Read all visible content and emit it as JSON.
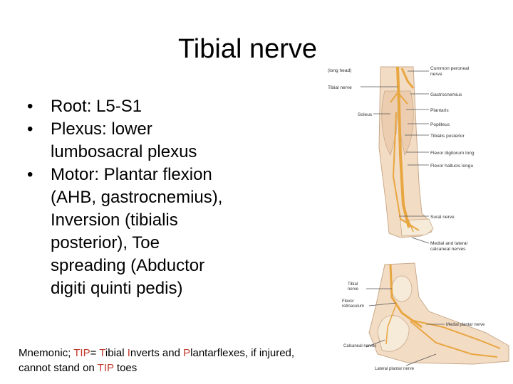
{
  "slide": {
    "title": "Tibial nerve",
    "bullets": [
      {
        "marker": "•",
        "lines": [
          "Root: L5-S1"
        ]
      },
      {
        "marker": "•",
        "lines": [
          "Plexus: lower",
          "lumbosacral plexus"
        ]
      },
      {
        "marker": "•",
        "lines": [
          "Motor: Plantar flexion",
          "(AHB, gastrocnemius),",
          "Inversion (tibialis",
          "posterior), Toe",
          "spreading (Abductor",
          "digiti quinti pedis)"
        ]
      }
    ],
    "mnemonic": {
      "prefix": "Mnemonic; ",
      "tip": "TIP",
      "eq": "= ",
      "t": "T",
      "ibial": "ibial ",
      "i": "I",
      "nverts": "nverts and ",
      "p": "P",
      "lantarflexes": "lantarflexes, if injured,",
      "line2_prefix": "cannot stand on ",
      "tip2": "TIP",
      "line2_suffix": " toes"
    },
    "accent_color": "#c0392b"
  },
  "figure": {
    "upper_labels": {
      "long_head": "(long head)",
      "tibial_nerve": "Tibial nerve",
      "soleus": "Soleus",
      "common_peroneal_1": "Common peroneal",
      "common_peroneal_2": "nerve",
      "gastrocnemius": "Gastrocnemius",
      "plantaris": "Plantaris",
      "popliteus": "Popliteus",
      "tibialis_posterior": "Tibialis posterior",
      "flexor_digitorum": "Flexor digitorum long",
      "flexor_hallucis": "Flexor hallucis longu",
      "sural_nerve": "Sural nerve",
      "calcaneal_1": "Medial and lateral",
      "calcaneal_2": "calcaneal nerves"
    },
    "lower_labels": {
      "tibial_1": "Tibial",
      "tibial_2": "nerve",
      "flexor_ret_1": "Flexor",
      "flexor_ret_2": "retinaculum",
      "medial_plantar": "Medial plantar nerve",
      "calcaneal_nerves": "Calcaneal nerves",
      "lateral_plantar": "Lateral plantar nerve"
    },
    "colors": {
      "nerve": "#e8a640",
      "tissue": "#f3dcc4",
      "bone": "#f6ead8",
      "line": "#555555"
    }
  }
}
